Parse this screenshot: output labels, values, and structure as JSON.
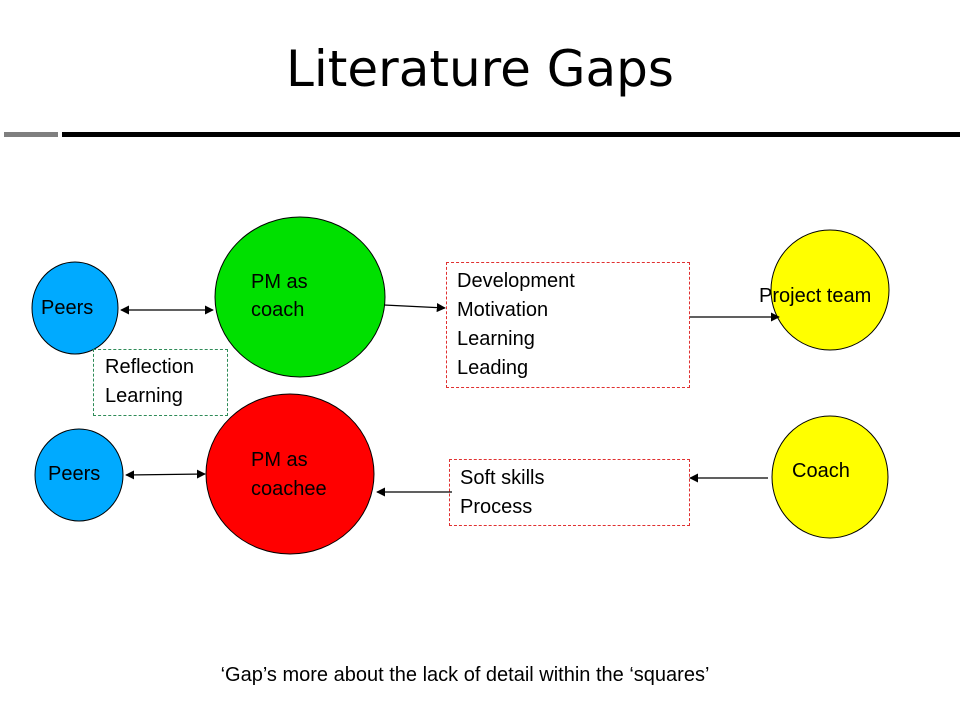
{
  "title": "Literature Gaps",
  "colors": {
    "green": "#00e000",
    "red": "#ff0000",
    "blue": "#00aaff",
    "yellow": "#ffff00",
    "box_red": "#e03030",
    "box_green": "#2e8b57"
  },
  "nodes": {
    "peers_top": "Peers",
    "pm_coach": [
      "PM as",
      "coach"
    ],
    "project_team": "Project team",
    "peers_bottom": "Peers",
    "pm_coachee": [
      "PM as",
      "coachee"
    ],
    "coach": "Coach"
  },
  "boxes": {
    "development": [
      "Development",
      "Motivation",
      "Learning",
      "Leading"
    ],
    "reflection": [
      "Reflection",
      "Learning"
    ],
    "soft_skills": [
      "Soft skills",
      "Process"
    ]
  },
  "caption": "‘Gap’s more about the lack of detail within the ‘squares’"
}
